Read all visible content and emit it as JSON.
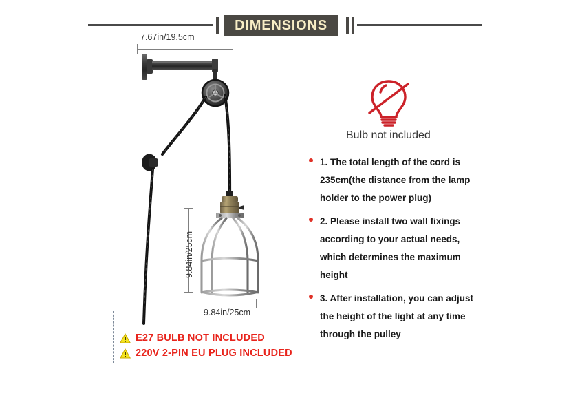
{
  "header": {
    "title": "DIMENSIONS",
    "banner_bg": "#4a4843",
    "banner_text_color": "#f7edc6",
    "rule_color": "#4a4a4a"
  },
  "dimensions": {
    "arm_width": "7.67in/19.5cm",
    "shade_height": "9.84in/25cm",
    "shade_width": "9.84in/25cm"
  },
  "bulb_notice": {
    "icon": "bulb-crossed-out-icon",
    "caption": "Bulb not included",
    "icon_color": "#cc2229"
  },
  "notes": {
    "bullet_color": "#e03127",
    "items": [
      "1. The total length of the cord is 235cm(the distance from the lamp holder to the power plug)",
      "2. Please install two wall fixings according to your actual needs, which determines the maximum height",
      "3. After installation, you can adjust the height of the light at any time through the pulley"
    ]
  },
  "warnings": {
    "icon": "warning-triangle-icon",
    "text_color": "#e8241c",
    "items": [
      "E27 BULB NOT INCLUDED",
      "220V 2-PIN EU PLUG INCLUDED"
    ]
  },
  "product": {
    "parts": [
      "wall-flange",
      "horizontal-pipe-arm",
      "pulley-wheel",
      "second-wall-mount",
      "twisted-cord",
      "lamp-socket",
      "wire-cage-shade",
      "power-plug-cord"
    ]
  }
}
